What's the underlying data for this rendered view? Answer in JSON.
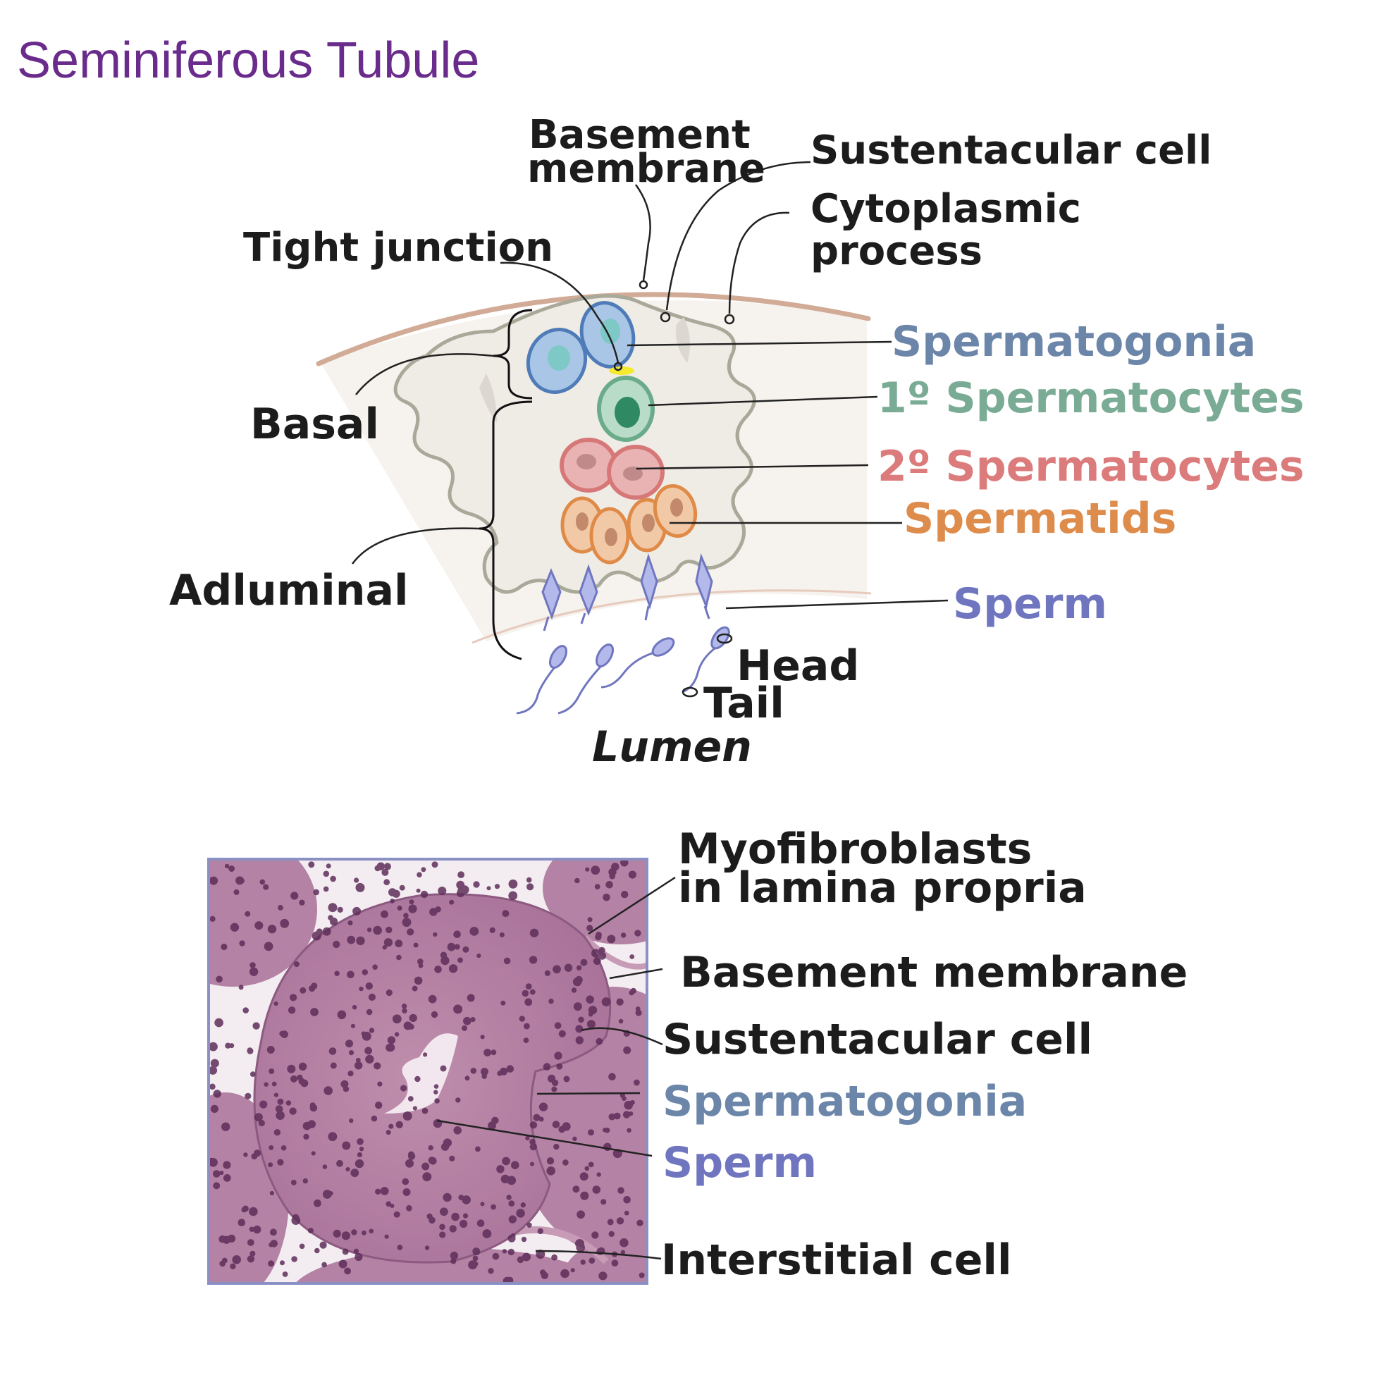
{
  "title": "Seminiferous Tubule",
  "colors": {
    "title": "#6a2c8c",
    "spermatogonia": "#6c86aa",
    "primary_spermatocytes": "#7aab95",
    "secondary_spermatocytes": "#dc7b7b",
    "spermatids": "#de8c4c",
    "sperm": "#6f76bf",
    "ink": "#1c1c1c",
    "basement_membrane": "#d1ab96",
    "sertoli_outline": "#a9a99a",
    "tight_junction": "#f4ea2e",
    "histology_frame": "#8a90c4"
  },
  "diagram": {
    "labels": {
      "basement_membrane": [
        "Basement",
        "membrane"
      ],
      "sustentacular_cell": "Sustentacular cell",
      "cytoplasmic_process": [
        "Cytoplasmic",
        "process"
      ],
      "tight_junction": "Tight junction",
      "basal": "Basal",
      "adluminal": "Adluminal",
      "spermatogonia": "Spermatogonia",
      "primary_spermatocytes": "1º Spermatocytes",
      "secondary_spermatocytes": "2º Spermatocytes",
      "spermatids": "Spermatids",
      "sperm": "Sperm",
      "head": "Head",
      "tail": "Tail",
      "lumen": "Lumen"
    }
  },
  "histology": {
    "labels": {
      "myofibroblasts": [
        "Myofibroblasts",
        "in lamina propria"
      ],
      "basement_membrane": "Basement membrane",
      "sustentacular_cell": "Sustentacular cell",
      "spermatogonia": "Spermatogonia",
      "sperm": "Sperm",
      "interstitial_cell": "Interstitial cell"
    }
  }
}
